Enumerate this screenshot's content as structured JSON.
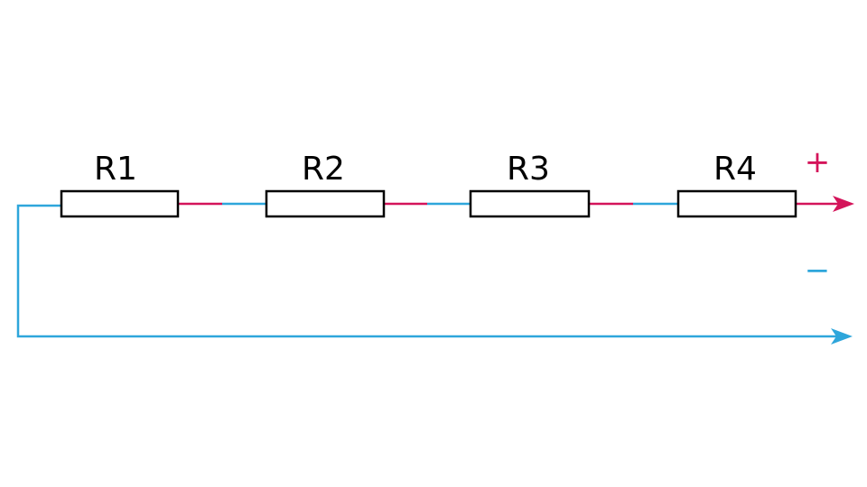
{
  "colors": {
    "background": "#ffffff",
    "wire_negative": "#2ea6db",
    "wire_positive": "#d4145a",
    "resistor_stroke": "#000000"
  },
  "resistors": [
    {
      "label": "R1"
    },
    {
      "label": "R2"
    },
    {
      "label": "R3"
    },
    {
      "label": "R4"
    }
  ],
  "terminals": {
    "positive": {
      "sign": "+"
    },
    "negative": {
      "sign": "−"
    }
  }
}
